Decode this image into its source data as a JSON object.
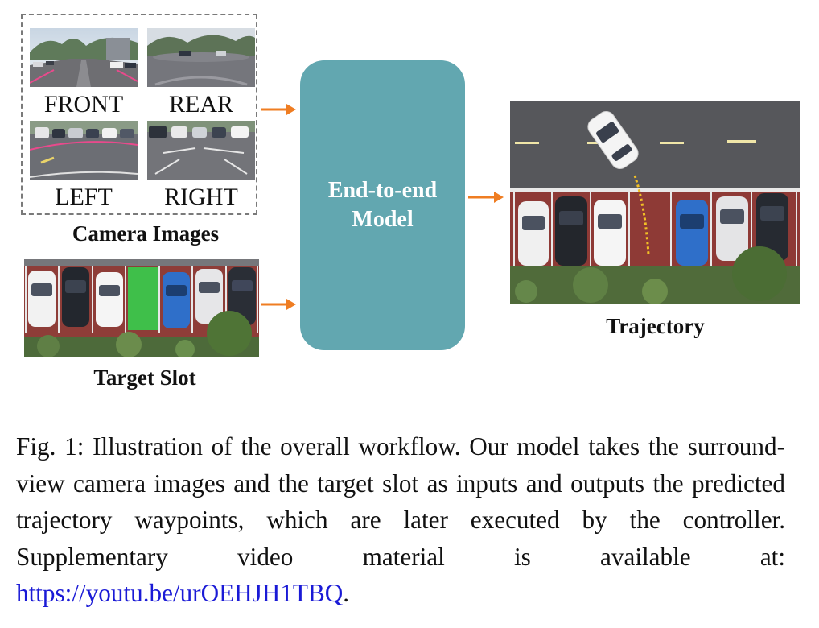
{
  "camera_group": {
    "title": "Camera Images",
    "views": [
      {
        "label": "FRONT"
      },
      {
        "label": "REAR"
      },
      {
        "label": "LEFT"
      },
      {
        "label": "RIGHT"
      }
    ]
  },
  "model": {
    "line1": "End-to-end",
    "line2": "Model",
    "color": "#62a7b0"
  },
  "target_slot": {
    "title": "Target Slot"
  },
  "trajectory": {
    "title": "Trajectory"
  },
  "arrow_color": "#ef7d22",
  "caption": {
    "prefix": "Fig. 1:",
    "text": " Illustration of the overall workflow. Our model takes the surround-view camera images and the target slot as inputs and outputs the predicted trajectory waypoints, which are later executed by the controller. Supplementary video material is available at: ",
    "link": "https://youtu.be/urOEHJH1TBQ",
    "suffix": "."
  }
}
